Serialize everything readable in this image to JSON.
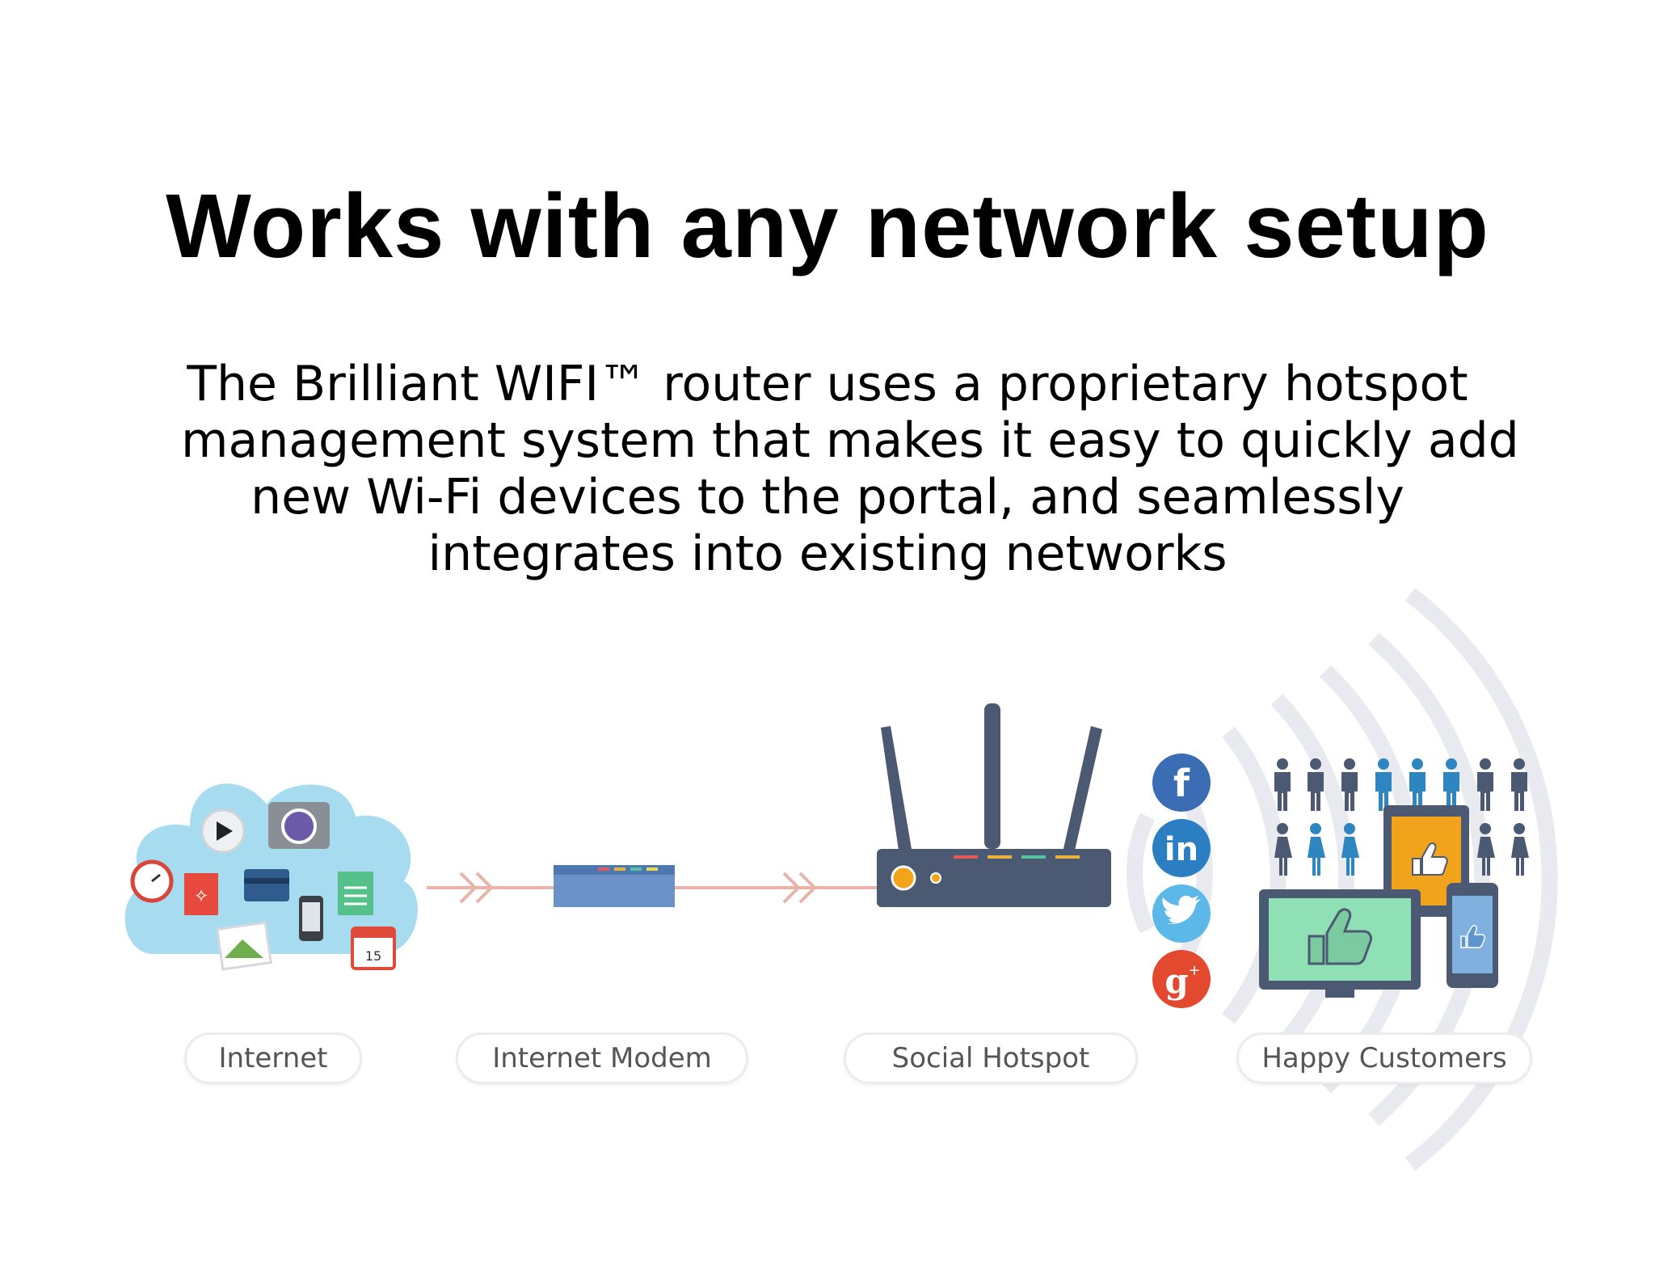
{
  "title": "Works with any network setup",
  "body_lines": [
    "The Brilliant WIFI™ router uses a proprietary hotspot",
    "management system that makes it easy to quickly add",
    "new Wi-Fi devices to the portal, and seamlessly",
    "integrates into existing networks"
  ],
  "stages": [
    {
      "label": "Internet"
    },
    {
      "label": "Internet Modem"
    },
    {
      "label": "Social Hotspot"
    },
    {
      "label": "Happy Customers"
    }
  ],
  "calendar_day": "15",
  "social_icons": [
    "facebook-icon",
    "linkedin-icon",
    "twitter-icon",
    "google-plus-icon"
  ],
  "colors": {
    "cloud": "#9bd8ee",
    "router": "#4b5a72",
    "arrow": "#e8b3a9",
    "facebook": "#3b6db4",
    "linkedin": "#2a7ec1",
    "twitter": "#5bb8e8",
    "google_plus": "#e2492f",
    "people_dark": "#4b5a72",
    "people_blue": "#2e86c1"
  }
}
